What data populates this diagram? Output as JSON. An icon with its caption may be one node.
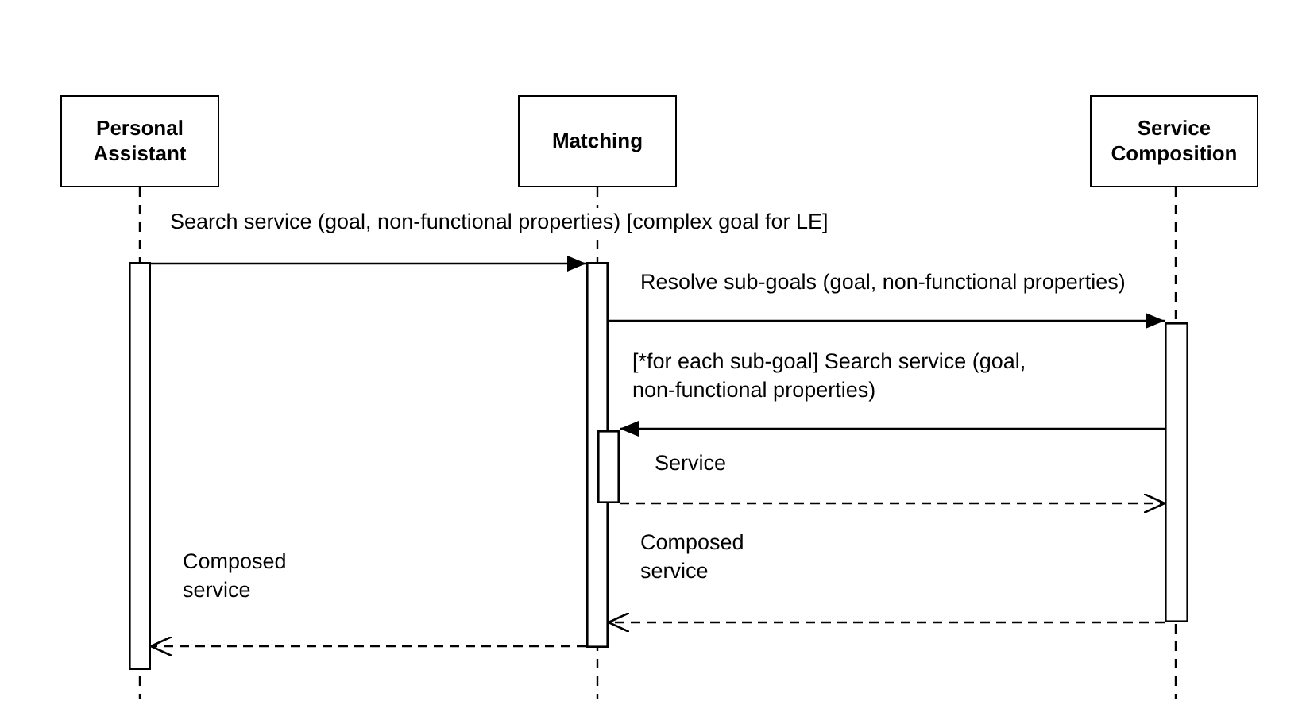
{
  "diagram": {
    "nodes": [
      {
        "text": [
          "Personal Assistant"
        ]
      },
      {
        "text": [
          "Matching"
        ]
      },
      {
        "text": [
          "Service Composition"
        ]
      },
      {
        "text": [],
        "shape": "bar"
      },
      {
        "text": [],
        "shape": "bar"
      },
      {
        "text": [],
        "shape": "bar"
      },
      {
        "text": [],
        "shape": "bar"
      }
    ],
    "edges": [
      {
        "from": 3,
        "to": 4,
        "arrow": "to",
        "label": "Search service (goal, non-functional properties) [complex goal for LE]"
      },
      {
        "from": 4,
        "to": 5,
        "arrow": "to",
        "label": "Resolve sub-goals (goal, non-functional properties)"
      },
      {
        "from": 5,
        "to": 6,
        "arrow": "to",
        "label": "[*for each sub-goal] Search service (goal, non-functional properties)"
      },
      {
        "from": 6,
        "to": 5,
        "arrow": "to",
        "style": "dashed",
        "label": "Service"
      },
      {
        "from": 5,
        "to": 4,
        "arrow": "to",
        "style": "dashed",
        "label": "Composed service"
      },
      {
        "from": 4,
        "to": 3,
        "arrow": "to",
        "style": "dashed",
        "label": "Composed service"
      }
    ]
  }
}
